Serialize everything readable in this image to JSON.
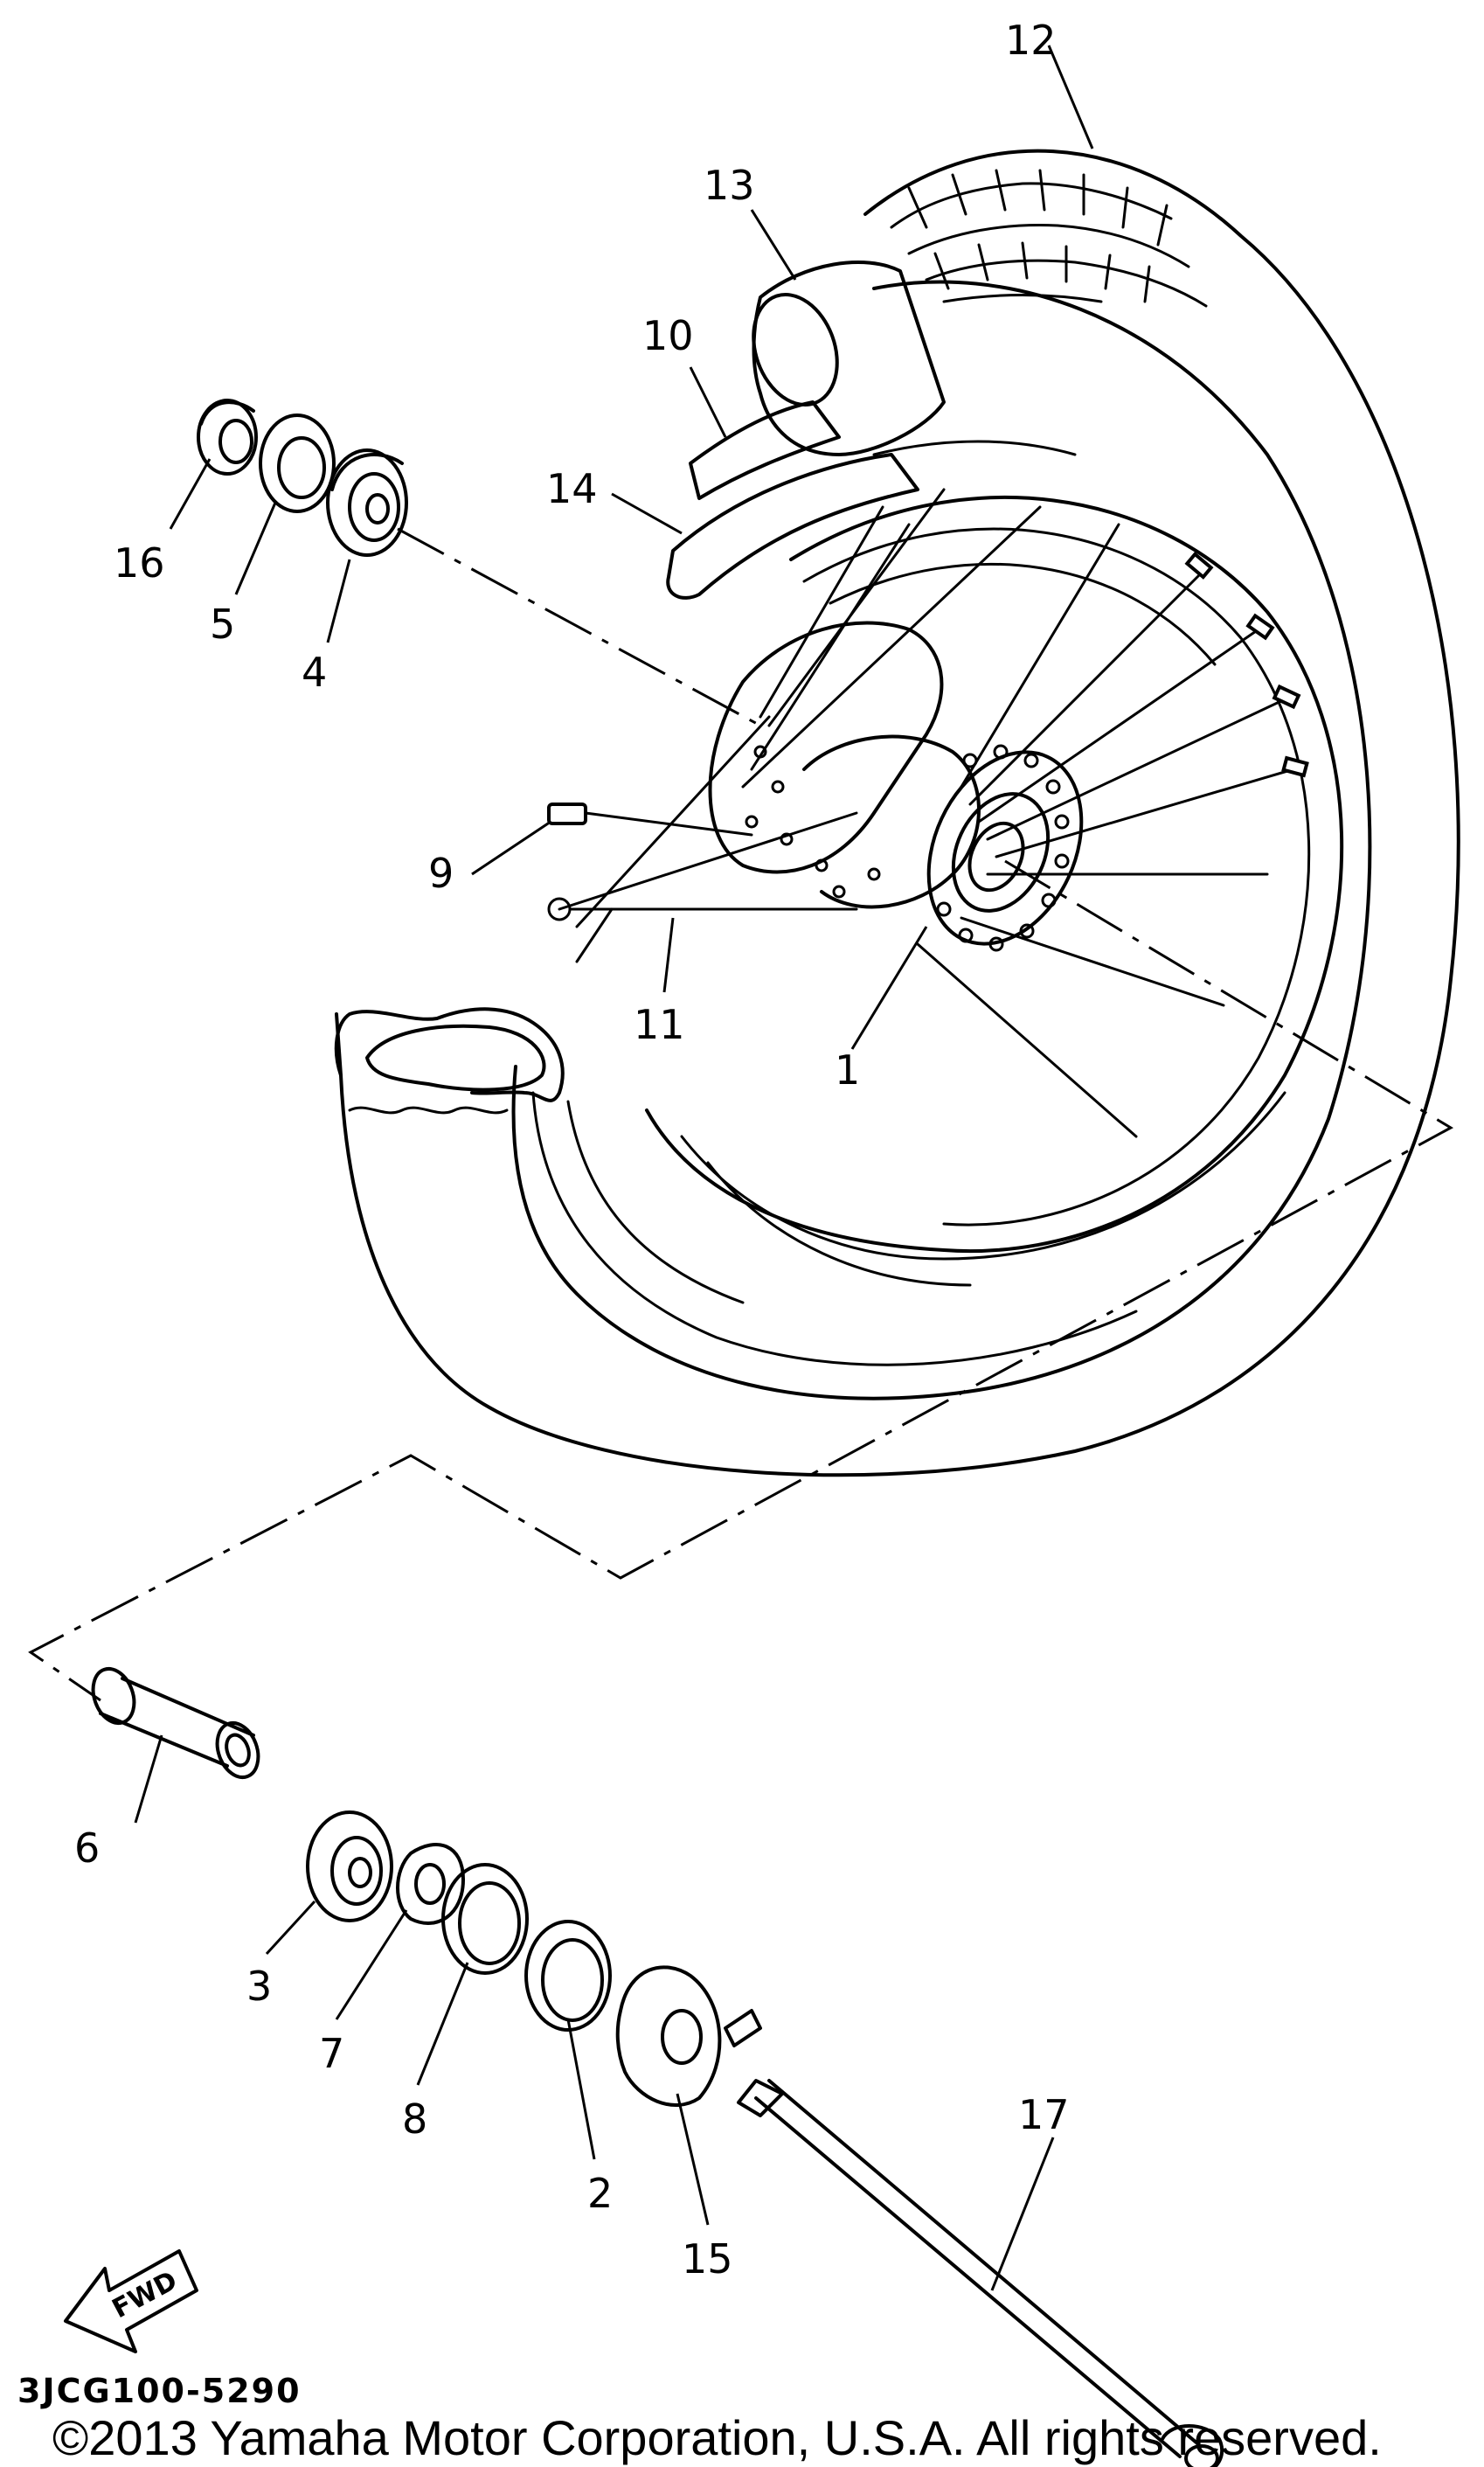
{
  "diagram": {
    "part_code": "3JCG100-5290",
    "copyright": "©2013 Yamaha Motor Corporation, U.S.A. All rights reserved.",
    "fwd_label": "FWD",
    "callouts": [
      "1",
      "2",
      "3",
      "4",
      "5",
      "6",
      "7",
      "8",
      "9",
      "10",
      "11",
      "12",
      "13",
      "14",
      "15",
      "16",
      "17"
    ]
  }
}
